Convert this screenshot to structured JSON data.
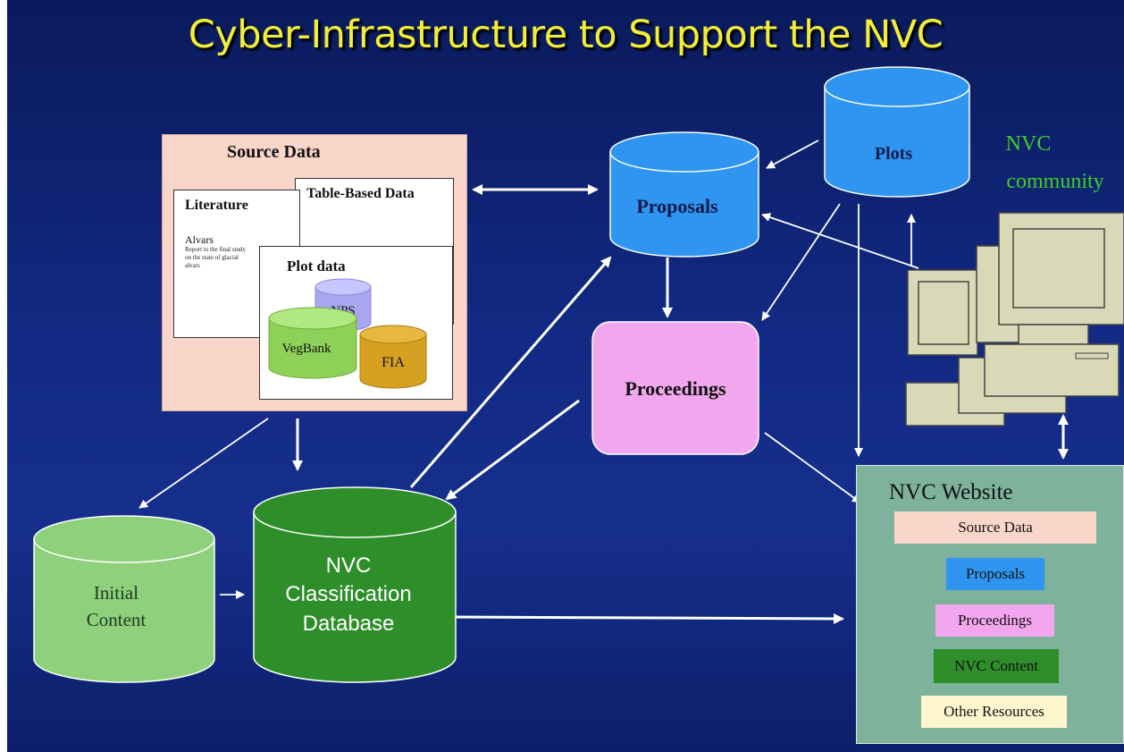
{
  "title": "Cyber-Infrastructure to Support the NVC",
  "source_data": {
    "heading": "Source Data",
    "literature": {
      "heading": "Literature",
      "text_big": "Alvars",
      "text_small": "Report to the final study on the state of glacial alvars"
    },
    "table_data": {
      "heading": "Table-Based Data"
    },
    "plot_data": {
      "heading": "Plot data",
      "nps": "NPS",
      "vegbank": "VegBank",
      "fia": "FIA"
    }
  },
  "nodes": {
    "proposals": "Proposals",
    "plots": "Plots",
    "proceedings": "Proceedings",
    "initial_content_line1": "Initial",
    "initial_content_line2": "Content",
    "db_line1": "NVC",
    "db_line2": "Classification",
    "db_line3": "Database"
  },
  "community": {
    "line1": "NVC",
    "line2": "community"
  },
  "website": {
    "heading": "NVC Website",
    "items": [
      "Source Data",
      "Proposals",
      "Proceedings",
      "NVC Content",
      "Other Resources"
    ]
  },
  "colors": {
    "background": "#122a84",
    "title": "#f2ee37",
    "proposals": "#2f95f0",
    "proceedings": "#f2a6ee",
    "database": "#2e8e2a",
    "initial_content": "#8ed07c",
    "website": "#7fb29d",
    "community": "#3ecf2a"
  }
}
